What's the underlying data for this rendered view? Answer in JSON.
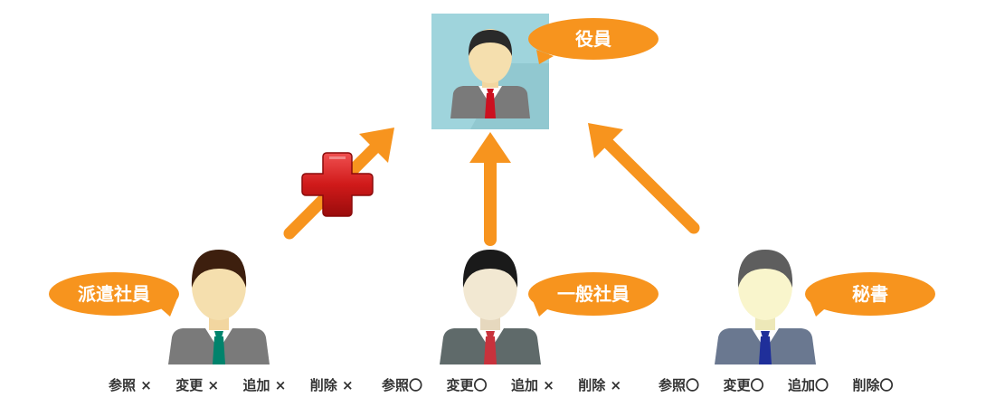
{
  "colors": {
    "accent_orange": "#f7941e",
    "executive_bg": "#9fd4dc",
    "deny_red": "#c8102e",
    "suit_gray": "#7a7a7a"
  },
  "executive": {
    "label": "役員",
    "icon": "executive-person-icon"
  },
  "roles": [
    {
      "label": "派遣社員",
      "icon": "temp-staff-person-icon",
      "permissions": [
        "参照 ×",
        "変更 ×",
        "追加 ×",
        "削除 ×"
      ]
    },
    {
      "label": "一般社員",
      "icon": "regular-employee-person-icon",
      "permissions": [
        "参照〇",
        "変更〇",
        "追加 ×",
        "削除 ×"
      ]
    },
    {
      "label": "秘書",
      "icon": "secretary-person-icon",
      "permissions": [
        "参照〇",
        "変更〇",
        "追加〇",
        "削除〇"
      ]
    }
  ],
  "access": {
    "blocked_icon": "red-cross-icon"
  }
}
